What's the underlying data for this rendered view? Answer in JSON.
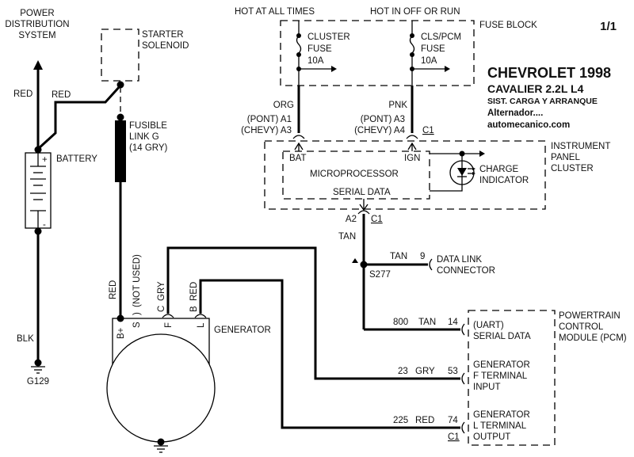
{
  "page": {
    "number": "1/1"
  },
  "title_block": {
    "make_year": "CHEVROLET 1998",
    "model": "CAVALIER  2.2L  L4",
    "system": "SIST. CARGA Y ARRANQUE",
    "subject": "Alternador....",
    "site": "automecanico.com"
  },
  "power_distribution": {
    "label_lines": [
      "POWER",
      "DISTRIBUTION",
      "SYSTEM"
    ],
    "wire_color": "RED"
  },
  "battery": {
    "label": "BATTERY",
    "plus": "+",
    "minus": "-",
    "ground_wire": "BLK",
    "ground_id": "G129"
  },
  "starter": {
    "label_lines": [
      "STARTER",
      "SOLENOID"
    ],
    "wire_color": "RED"
  },
  "fusible_link": {
    "label_lines": [
      "FUSIBLE",
      "LINK G",
      "(14 GRY)"
    ],
    "wire_color": "RED"
  },
  "fuse_block": {
    "label": "FUSE BLOCK",
    "hot_at_all_times": "HOT AT ALL TIMES",
    "hot_in_off_or_run": "HOT IN OFF OR RUN",
    "fuses": [
      {
        "name_lines": [
          "CLUSTER",
          "FUSE",
          "10A"
        ],
        "wire": "ORG",
        "pins": [
          "(PONT)  A1",
          "(CHEVY)  A3"
        ]
      },
      {
        "name_lines": [
          "CLS/PCM",
          "FUSE",
          "10A"
        ],
        "wire": "PNK",
        "pins": [
          "(PONT)  A3",
          "(CHEVY)  A4"
        ],
        "connector": "C1"
      }
    ]
  },
  "instrument_cluster": {
    "label_lines": [
      "INSTRUMENT",
      "PANEL",
      "CLUSTER"
    ],
    "microprocessor": "MICROPROCESSOR",
    "bat": "BAT",
    "ign": "IGN",
    "serial_data": "SERIAL DATA",
    "charge_indicator_lines": [
      "CHARGE",
      "INDICATOR"
    ],
    "out_pin": "A2",
    "out_connector": "C1",
    "out_wire": "TAN"
  },
  "splice": {
    "id": "S277",
    "dlc_wire": "TAN",
    "dlc_pin": "9",
    "dlc_label_lines": [
      "DATA LINK",
      "CONNECTOR"
    ]
  },
  "generator": {
    "label": "GENERATOR",
    "terminals": [
      "B+",
      "S",
      "F",
      "L"
    ],
    "s_note": "(NOT USED)",
    "s_cavity": ")",
    "f_cavity": "C",
    "f_wire": "GRY",
    "l_cavity": "B",
    "l_wire": "RED",
    "bplus_wire": "RED"
  },
  "pcm": {
    "label_lines": [
      "POWERTRAIN",
      "CONTROL",
      "MODULE (PCM)"
    ],
    "connector": "C1",
    "circuits": [
      {
        "circuit": "800",
        "color": "TAN",
        "pin": "14",
        "lines": [
          "(UART)",
          "SERIAL DATA"
        ]
      },
      {
        "circuit": "23",
        "color": "GRY",
        "pin": "53",
        "lines": [
          "GENERATOR",
          "F TERMINAL",
          "INPUT"
        ]
      },
      {
        "circuit": "225",
        "color": "RED",
        "pin": "74",
        "lines": [
          "GENERATOR",
          "L TERMINAL",
          "OUTPUT"
        ]
      }
    ]
  }
}
